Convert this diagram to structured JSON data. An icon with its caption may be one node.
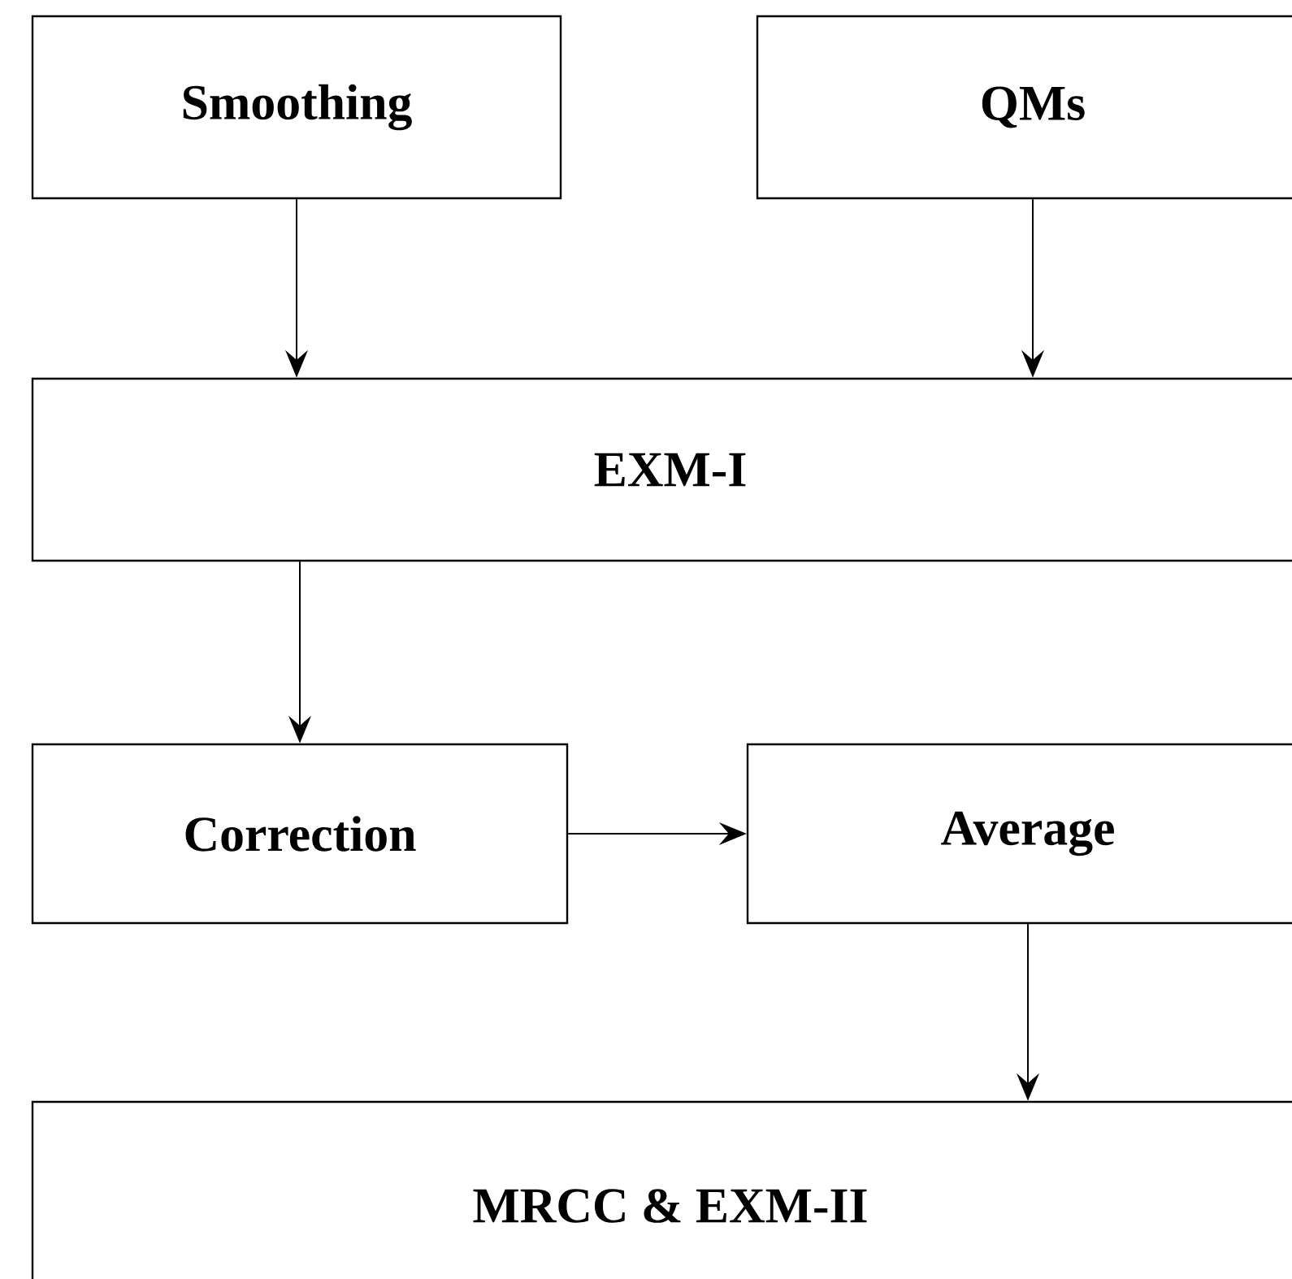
{
  "diagram": {
    "nodes": [
      {
        "text": [
          "Smoothing"
        ]
      },
      {
        "text": [
          "QMs"
        ]
      },
      {
        "text": [
          "EXM-I"
        ]
      },
      {
        "text": [
          "Correction"
        ]
      },
      {
        "text": [
          "Average"
        ]
      },
      {
        "text": [
          "MRCC & EXM-II"
        ]
      }
    ],
    "edges": [
      {
        "from": 0,
        "to": 2,
        "arrow": "to"
      },
      {
        "from": 1,
        "to": 2,
        "arrow": "to"
      },
      {
        "from": 2,
        "to": 3,
        "arrow": "to"
      },
      {
        "from": 3,
        "to": 4,
        "arrow": "to"
      },
      {
        "from": 4,
        "to": 5,
        "arrow": "to"
      }
    ]
  }
}
